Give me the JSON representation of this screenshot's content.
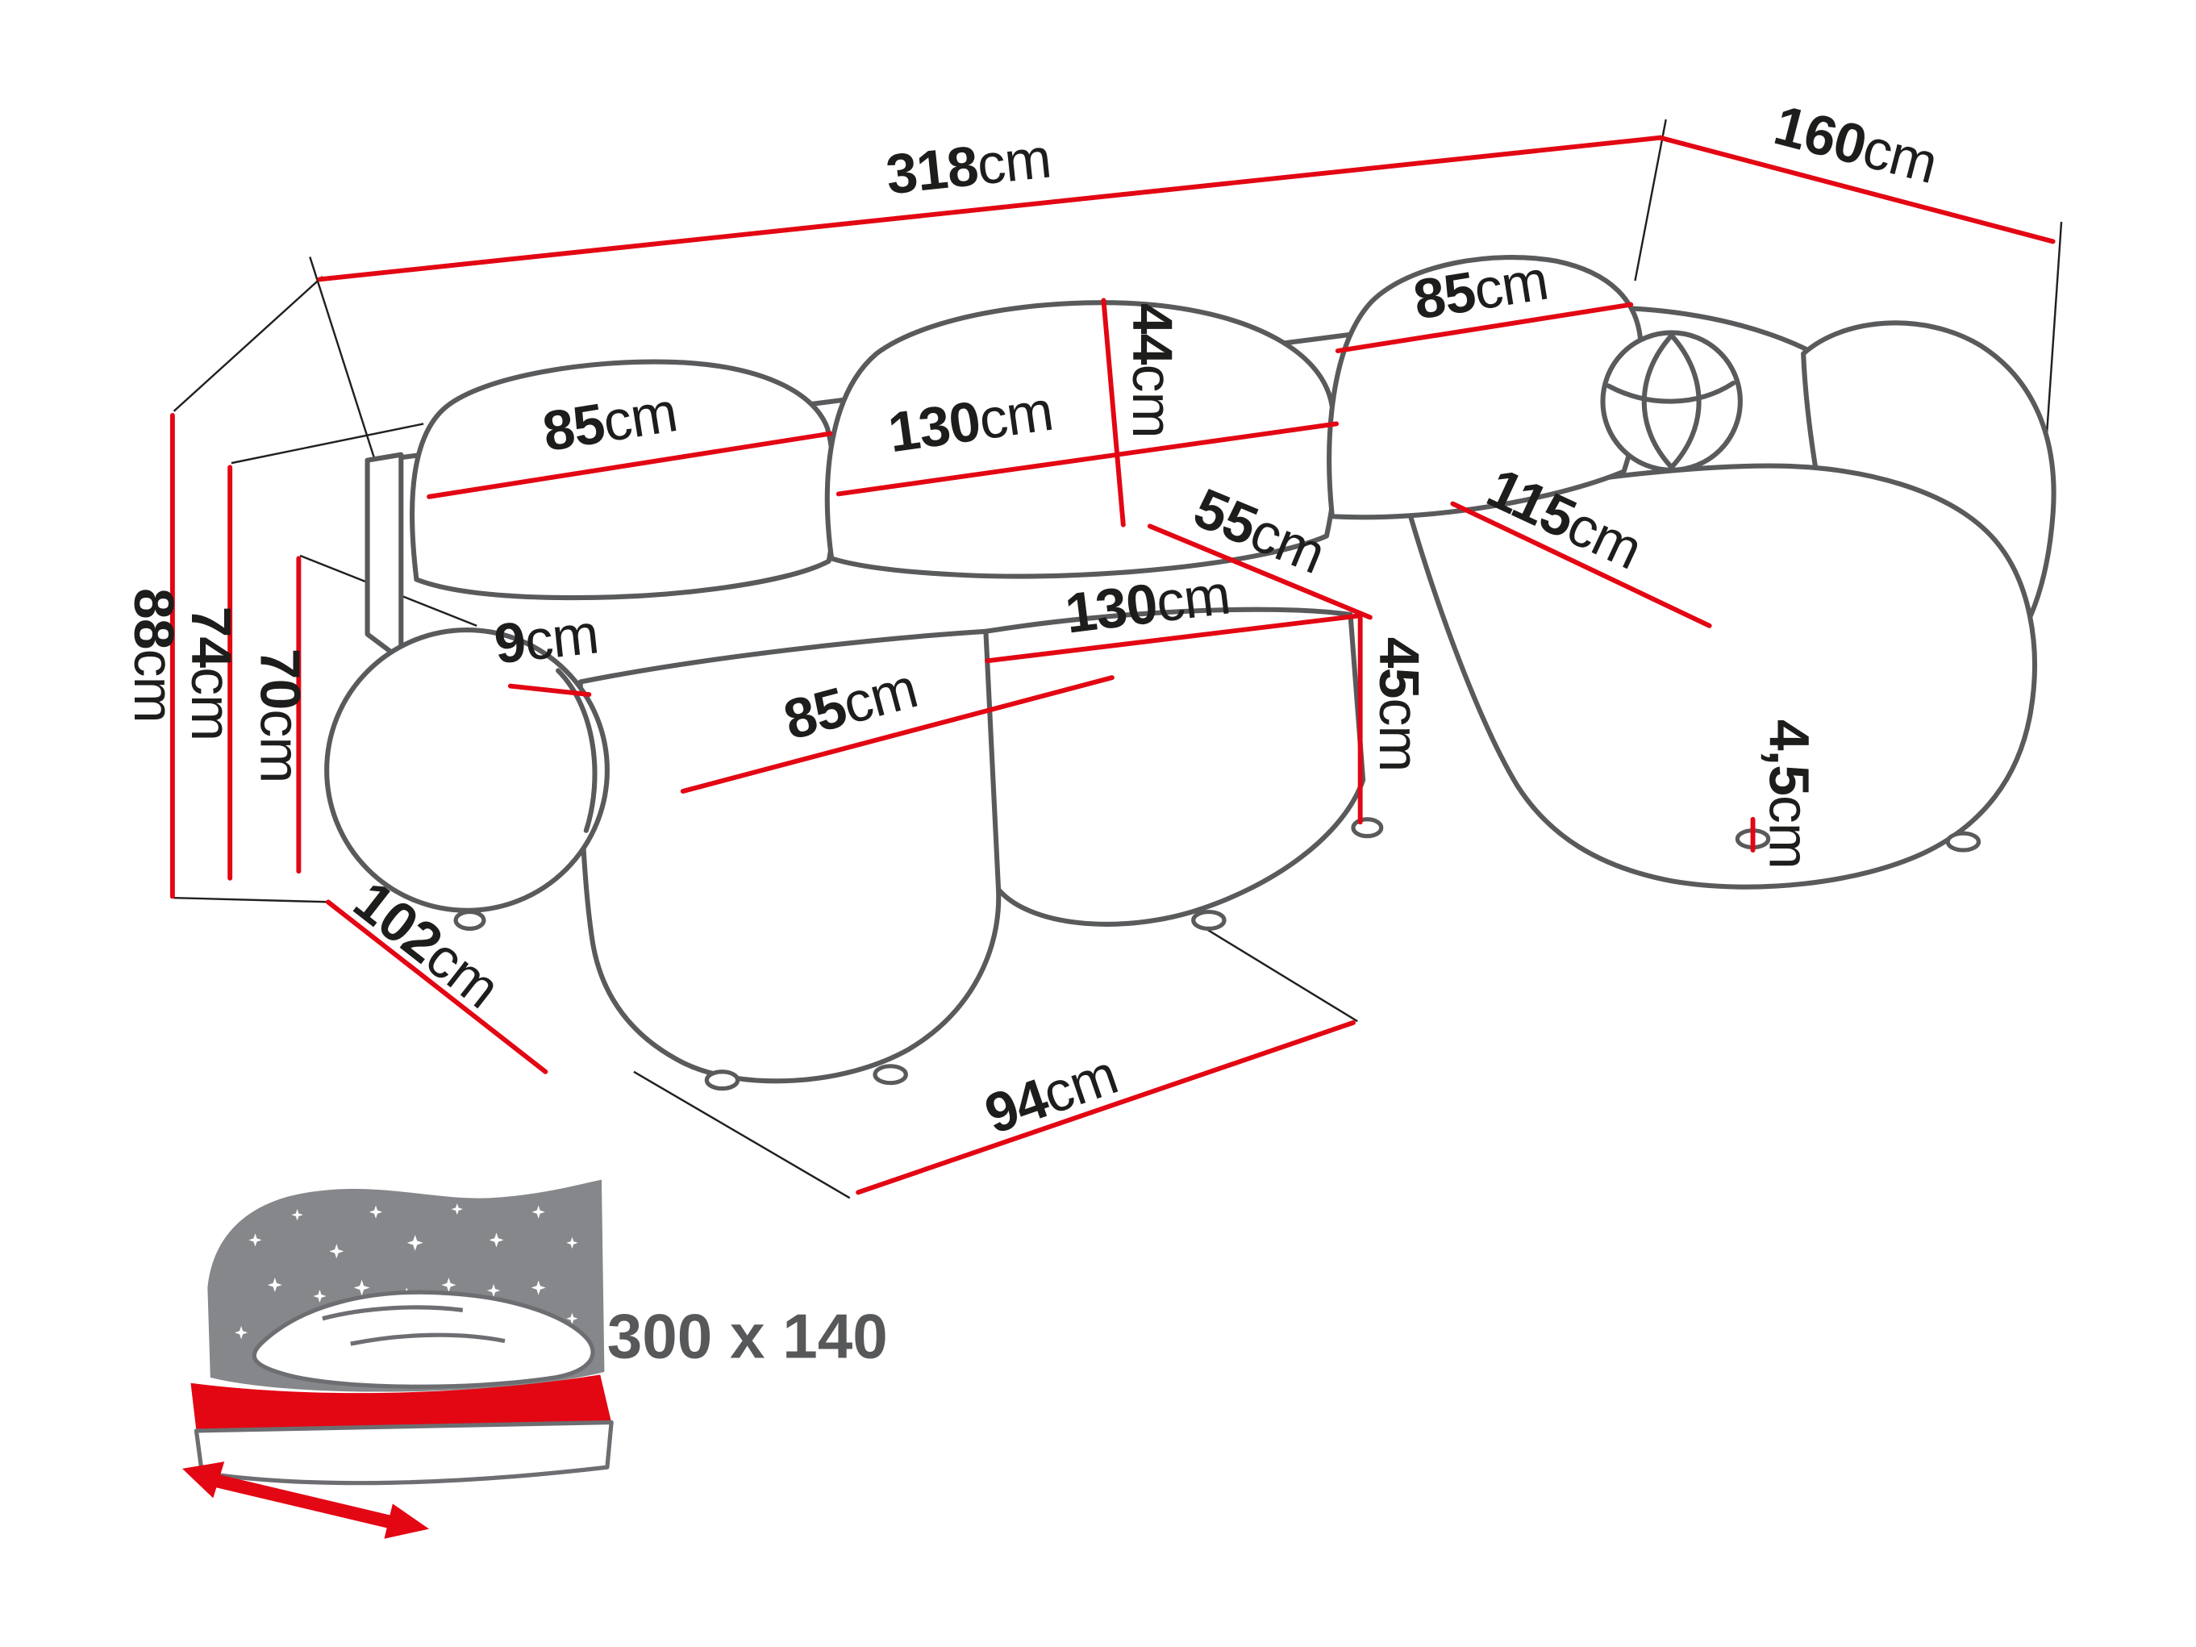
{
  "title": "U-shaped sofa dimensions diagram",
  "colors": {
    "dimension_red": "#e30613",
    "outline_gray": "#595a5c",
    "text_black": "#1d1d1b",
    "icon_gray": "#85878a"
  },
  "measurements": {
    "total_width": {
      "value": "318",
      "unit": "cm"
    },
    "side_depth": {
      "value": "160",
      "unit": "cm"
    },
    "total_height": {
      "value": "88",
      "unit": "cm"
    },
    "backrest_top_height": {
      "value": "74",
      "unit": "cm"
    },
    "armrest_height": {
      "value": "70",
      "unit": "cm"
    },
    "left_backrest_width": {
      "value": "85",
      "unit": "cm"
    },
    "middle_backrest_width": {
      "value": "130",
      "unit": "cm"
    },
    "backrest_cushion_height": {
      "value": "44",
      "unit": "cm"
    },
    "right_backrest_width": {
      "value": "85",
      "unit": "cm"
    },
    "middle_seat_depth": {
      "value": "55",
      "unit": "cm"
    },
    "chaise_length": {
      "value": "115",
      "unit": "cm"
    },
    "armrest_width": {
      "value": "9",
      "unit": "cm"
    },
    "left_seat_width": {
      "value": "85",
      "unit": "cm"
    },
    "middle_seat_width": {
      "value": "130",
      "unit": "cm"
    },
    "seat_height": {
      "value": "45",
      "unit": "cm"
    },
    "leg_height": {
      "value": "4,5",
      "unit": "cm"
    },
    "left_section_depth": {
      "value": "102",
      "unit": "cm"
    },
    "front_chaise_depth": {
      "value": "94",
      "unit": "cm"
    }
  },
  "sleeping_function": {
    "icon": "sofa-bed-icon",
    "bed_size_label": "300 x 140"
  }
}
